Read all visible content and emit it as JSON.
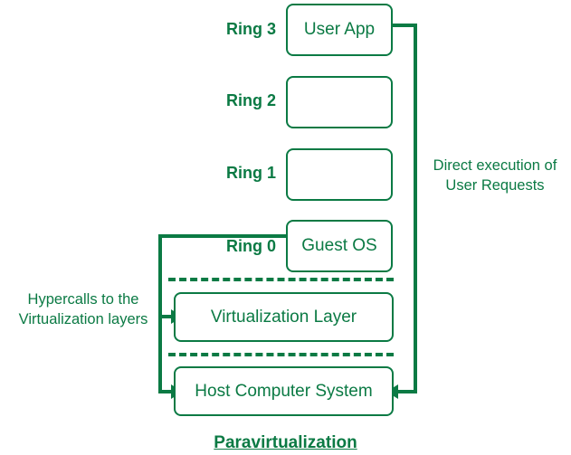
{
  "diagram": {
    "title": "Paravirtualization",
    "accent_color": "#0b7a44",
    "background_color": "#ffffff",
    "ring_labels": [
      {
        "id": "ring-3",
        "text": "Ring 3"
      },
      {
        "id": "ring-2",
        "text": "Ring 2"
      },
      {
        "id": "ring-1",
        "text": "Ring 1"
      },
      {
        "id": "ring-0",
        "text": "Ring 0"
      }
    ],
    "boxes": [
      {
        "id": "user-app",
        "text": "User App"
      },
      {
        "id": "ring2-box",
        "text": ""
      },
      {
        "id": "ring1-box",
        "text": ""
      },
      {
        "id": "guest-os",
        "text": "Guest OS"
      },
      {
        "id": "virtualization-layer",
        "text": "Virtualization Layer"
      },
      {
        "id": "host-computer-system",
        "text": "Host Computer System"
      }
    ],
    "annotations": [
      {
        "id": "direct-execution",
        "text": "Direct execution of\nUser Requests"
      },
      {
        "id": "hypercalls",
        "text": "Hypercalls to the\nVirtualization layers"
      }
    ]
  }
}
